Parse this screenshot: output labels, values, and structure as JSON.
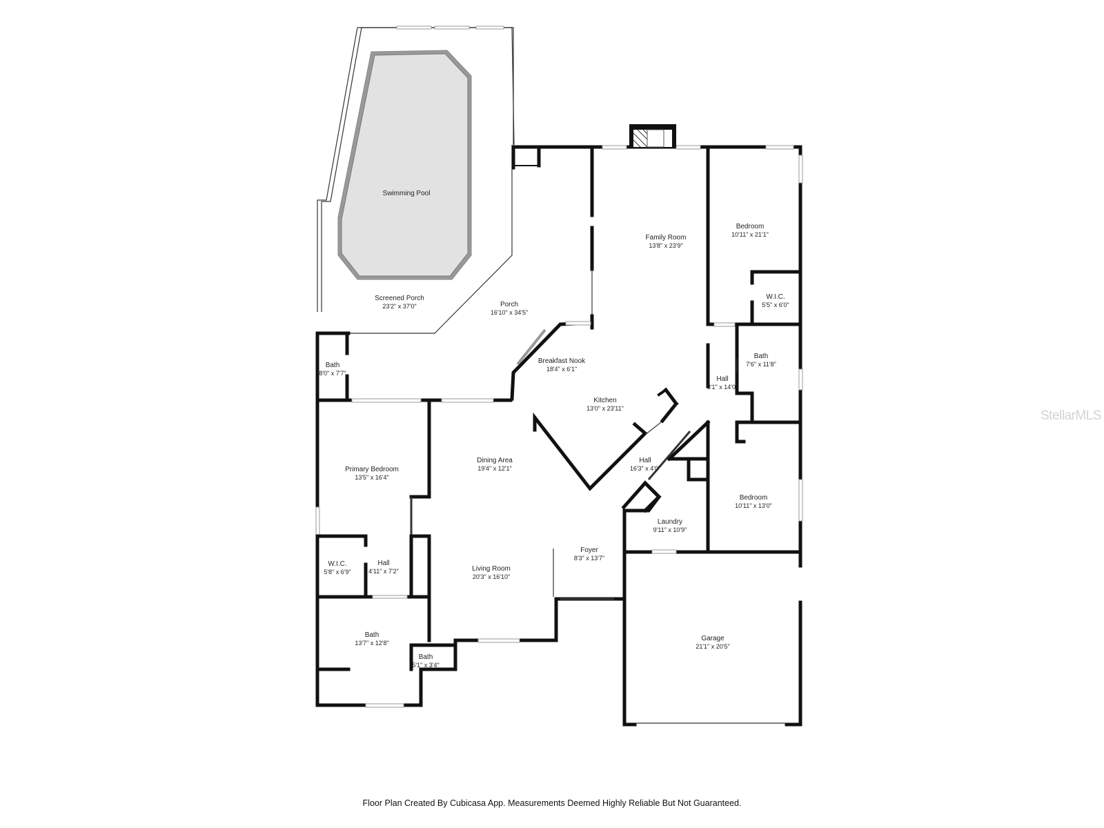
{
  "rooms": [
    {
      "id": "pool",
      "name": "Swimming Pool",
      "dim": ""
    },
    {
      "id": "screened-porch",
      "name": "Screened Porch",
      "dim": "23'2\" x 37'0\""
    },
    {
      "id": "porch",
      "name": "Porch",
      "dim": "16'10\" x 34'5\""
    },
    {
      "id": "family-room",
      "name": "Family Room",
      "dim": "13'8\" x 23'9\""
    },
    {
      "id": "bedroom-ne",
      "name": "Bedroom",
      "dim": "10'11\" x 21'1\""
    },
    {
      "id": "wic-ne",
      "name": "W.I.C.",
      "dim": "5'5\" x 6'0\""
    },
    {
      "id": "bath-e",
      "name": "Bath",
      "dim": "7'6\" x 11'8\""
    },
    {
      "id": "hall-e",
      "name": "Hall",
      "dim": "3'1\" x 14'0\""
    },
    {
      "id": "breakfast-nook",
      "name": "Breakfast Nook",
      "dim": "18'4\" x 6'1\""
    },
    {
      "id": "kitchen",
      "name": "Kitchen",
      "dim": "13'0\" x 23'11\""
    },
    {
      "id": "bath-w",
      "name": "Bath",
      "dim": "8'0\" x 7'7\""
    },
    {
      "id": "primary-bedroom",
      "name": "Primary Bedroom",
      "dim": "13'5\" x 16'4\""
    },
    {
      "id": "dining-area",
      "name": "Dining Area",
      "dim": "19'4\" x 12'1\""
    },
    {
      "id": "hall-c",
      "name": "Hall",
      "dim": "16'3\" x 4'0\""
    },
    {
      "id": "bedroom-se",
      "name": "Bedroom",
      "dim": "10'11\" x 13'0\""
    },
    {
      "id": "laundry",
      "name": "Laundry",
      "dim": "9'11\" x 10'9\""
    },
    {
      "id": "wic-w",
      "name": "W.I.C.",
      "dim": "5'8\" x 6'9\""
    },
    {
      "id": "hall-w",
      "name": "Hall",
      "dim": "4'11\" x 7'2\""
    },
    {
      "id": "foyer",
      "name": "Foyer",
      "dim": "8'3\" x 13'7\""
    },
    {
      "id": "living-room",
      "name": "Living Room",
      "dim": "20'3\" x 16'10\""
    },
    {
      "id": "bath-primary",
      "name": "Bath",
      "dim": "13'7\" x 12'8\""
    },
    {
      "id": "bath-small",
      "name": "Bath",
      "dim": "5'1\" x 3'4\""
    },
    {
      "id": "garage",
      "name": "Garage",
      "dim": "21'1\" x 20'5\""
    }
  ],
  "watermark": "StellarMLS",
  "footer": "Floor Plan Created By Cubicasa App. Measurements Deemed Highly Reliable But Not Guaranteed.",
  "colors": {
    "wall": "#111111",
    "pool": "#e2e2e2",
    "background": "#ffffff"
  }
}
